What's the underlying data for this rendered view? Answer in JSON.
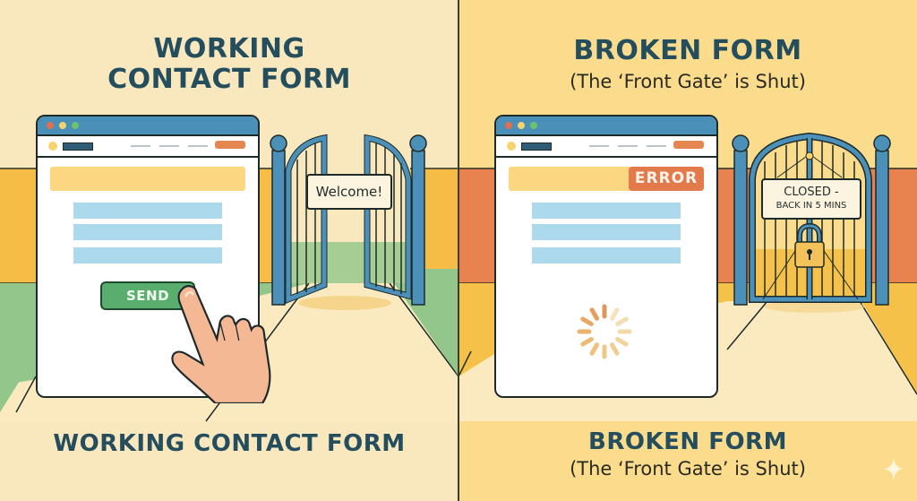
{
  "left_panel": {
    "title_line1": "WORKING",
    "title_line2": "CONTACT FORM",
    "bottom_title": "WORKING CONTACT FORM",
    "state": "working",
    "browser": {
      "window_dots": [
        "#e2704f",
        "#f3d36b",
        "#6ec26f"
      ],
      "send_button_label": "SEND"
    },
    "gate": {
      "status": "open",
      "sign_text": "Welcome!"
    },
    "colors": {
      "background": "#f9e8bd",
      "wall": "#f5bd46",
      "grass": "#93c68a",
      "path": "#fbeac0",
      "send_button": "#5aae6d"
    }
  },
  "right_panel": {
    "title": "BROKEN FORM",
    "subtitle": "(The ‘Front Gate’ is Shut)",
    "bottom_title": "BROKEN FORM",
    "bottom_subtitle": "(The ‘Front Gate’ is Shut)",
    "state": "broken",
    "browser": {
      "window_dots": [
        "#e2704f",
        "#f3d36b",
        "#6ec26f"
      ],
      "error_label": "ERROR",
      "loading_indicator": "spinner"
    },
    "gate": {
      "status": "closed-locked",
      "sign_line1": "CLOSED -",
      "sign_line2": "BACK IN 5 MINS",
      "lock_icon": "padlock"
    },
    "colors": {
      "background": "#fbdc8c",
      "wall": "#e8834f",
      "ground": "#f6c148",
      "path": "#fbeac0",
      "error": "#e27a4b"
    }
  },
  "icons": {
    "pointer_hand": "hand-pointer-icon",
    "spinner": "loading-spinner-icon",
    "padlock": "padlock-icon",
    "sparkle": "sparkle-icon"
  }
}
